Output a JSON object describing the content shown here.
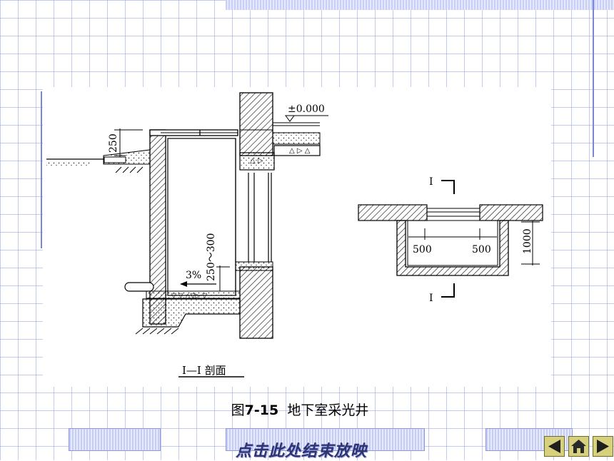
{
  "figure": {
    "section_label": "I—I 剖面",
    "elevation": "±0.000",
    "dim_250": "250",
    "dim_range": "250～300",
    "slope": "3%",
    "plan_marker": "I",
    "plan_dim_left": "500",
    "plan_dim_right": "500",
    "plan_dim_height": "1000"
  },
  "caption": {
    "prefix": "图",
    "number": "7-15",
    "title": "地下室采光井"
  },
  "footer": {
    "end_show": "点击此处结束放映"
  },
  "nav": {
    "prev_icon": "triangle-left-icon",
    "home_icon": "home-icon",
    "next_icon": "triangle-right-icon"
  }
}
